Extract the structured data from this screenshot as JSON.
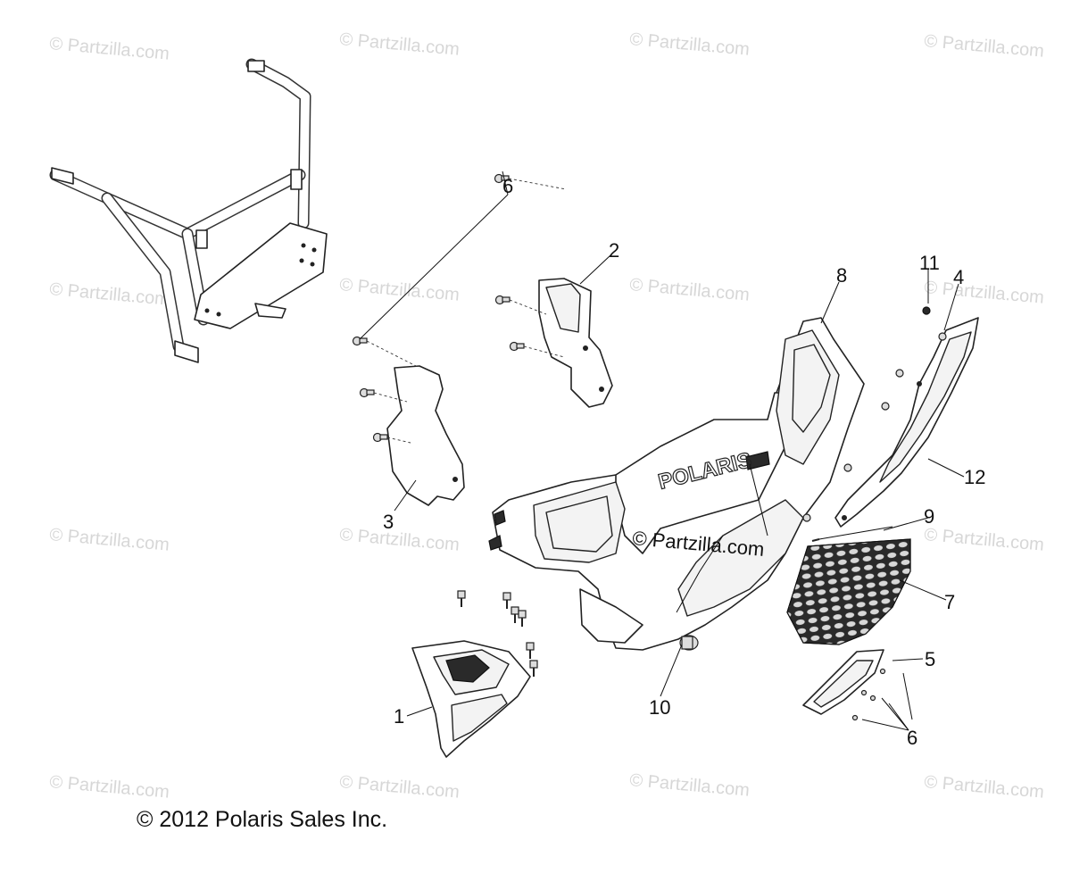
{
  "watermark_text": "© Partzilla.com",
  "center_watermark_text": "© Partzilla.com",
  "copyright": "© 2012 Polaris Sales Inc.",
  "logo_text": "POLARIS",
  "callouts": {
    "c1": "1",
    "c2": "2",
    "c3": "3",
    "c4": "4",
    "c5": "5",
    "c6a": "6",
    "c6b": "6",
    "c7": "7",
    "c8": "8",
    "c9": "9",
    "c10": "10",
    "c11": "11",
    "c12": "12"
  }
}
